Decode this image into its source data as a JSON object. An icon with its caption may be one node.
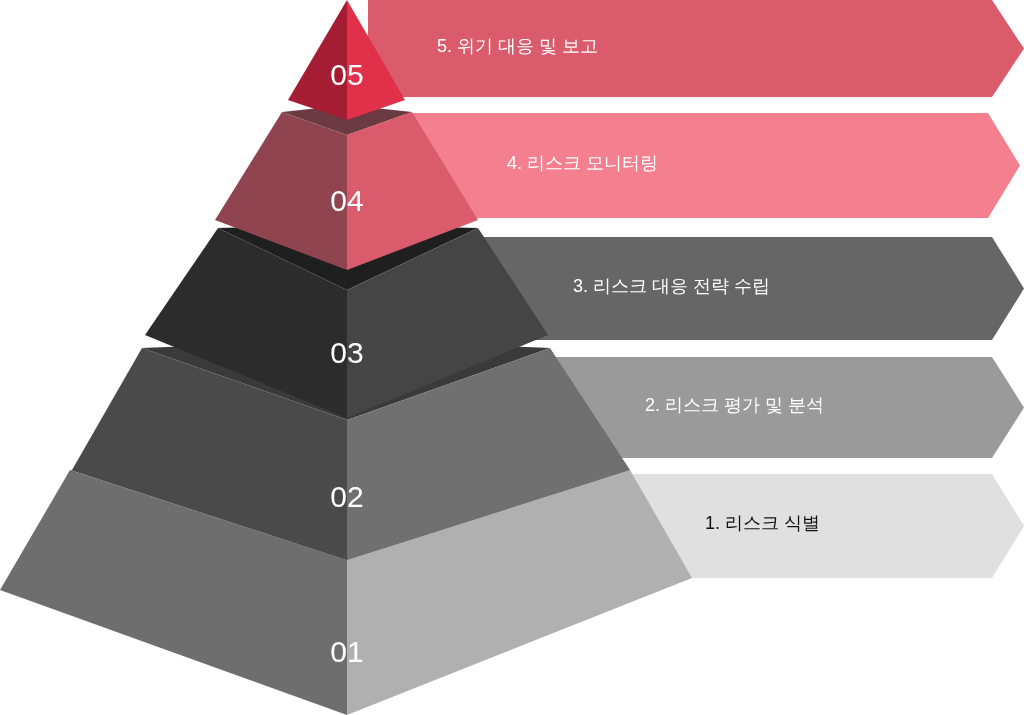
{
  "diagram": {
    "nodes": [
      {
        "text": [
          "05"
        ]
      },
      {
        "text": [
          "5. 위기 대응 및 보고"
        ]
      },
      {
        "text": [
          "04"
        ]
      },
      {
        "text": [
          "4. 리스크 모니터링"
        ]
      },
      {
        "text": [
          "03"
        ]
      },
      {
        "text": [
          "3. 리스크 대응 전략 수립"
        ]
      },
      {
        "text": [
          "02"
        ]
      },
      {
        "text": [
          "2. 리스크 평가 및 분석"
        ]
      },
      {
        "text": [
          "01"
        ]
      },
      {
        "text": [
          "1. 리스크 식별"
        ]
      }
    ]
  }
}
